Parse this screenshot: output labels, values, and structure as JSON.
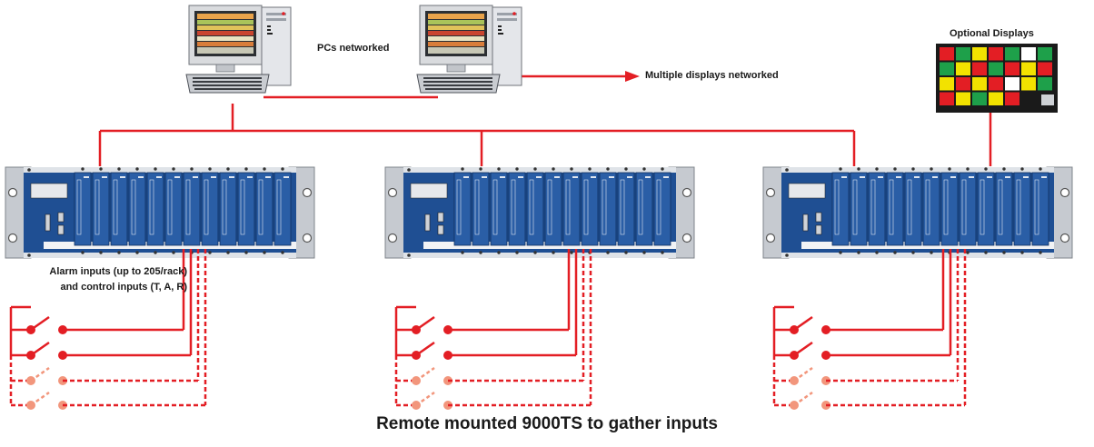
{
  "labels": {
    "pcs_networked": "PCs networked",
    "multiple_displays": "Multiple displays networked",
    "optional_displays": "Optional Displays",
    "alarm_inputs_line1": "Alarm inputs (up to 205/rack)",
    "alarm_inputs_line2": "and control inputs (T, A, R)",
    "caption": "Remote mounted 9000TS to gather inputs"
  },
  "colors": {
    "network_red": "#e31e24",
    "dashed_salmon": "#f2967c",
    "rack_blue": "#1e4f93",
    "rack_gray": "#b7bcc4"
  },
  "display_grid": {
    "rows": [
      [
        "red",
        "green",
        "yellow",
        "red",
        "green",
        "white",
        "green"
      ],
      [
        "green",
        "yellow",
        "red",
        "green",
        "red",
        "yellow",
        "red"
      ],
      [
        "yellow",
        "red",
        "yellow",
        "red",
        "white",
        "yellow",
        "green"
      ],
      [
        "red",
        "yellow",
        "green",
        "yellow",
        "red",
        "black",
        "black"
      ]
    ],
    "palette": {
      "red": "#e31e24",
      "green": "#1ea04a",
      "yellow": "#f2e200",
      "white": "#ffffff",
      "black": "#1a1a1a"
    }
  }
}
